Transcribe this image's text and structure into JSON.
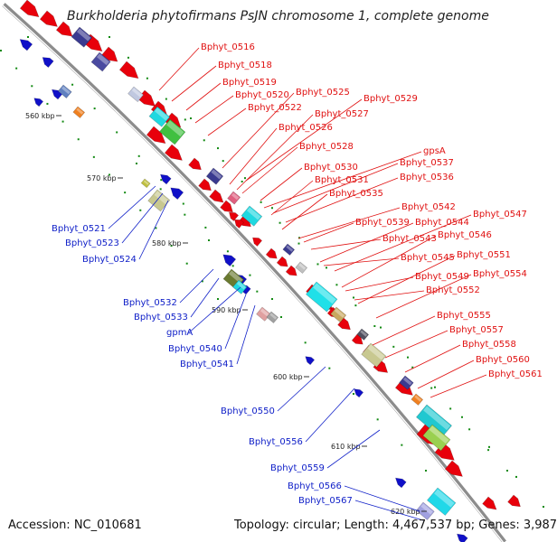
{
  "title": "Burkholderia phytofirmans PsJN chromosome 1, complete genome",
  "footer": {
    "accession": "Accession: NC_010681",
    "summary": "Topology: circular; Length: 4,467,537 bp; Genes: 3,987"
  },
  "colors": {
    "forward_gene": "#e8000b",
    "reverse_gene": "#1010c8",
    "forward_label": "#e01010",
    "reverse_label": "#1020c8",
    "backbone": "#8c8c8c",
    "tick": "#138a13"
  },
  "kbp_ticks": [
    "560 kbp",
    "570 kbp",
    "580 kbp",
    "590 kbp",
    "600 kbp",
    "610 kbp",
    "620 kbp"
  ],
  "forward_labels": [
    "Bphyt_0516",
    "Bphyt_0518",
    "Bphyt_0519",
    "Bphyt_0520",
    "Bphyt_0525",
    "Bphyt_0529",
    "Bphyt_0522",
    "Bphyt_0527",
    "Bphyt_0526",
    "Bphyt_0528",
    "gpsA",
    "Bphyt_0537",
    "Bphyt_0530",
    "Bphyt_0536",
    "Bphyt_0531",
    "Bphyt_0535",
    "Bphyt_0542",
    "Bphyt_0547",
    "Bphyt_0539",
    "Bphyt_0544",
    "Bphyt_0546",
    "Bphyt_0543",
    "Bphyt_0551",
    "Bphyt_0545",
    "Bphyt_0554",
    "Bphyt_0549",
    "Bphyt_0552",
    "Bphyt_0555",
    "Bphyt_0557",
    "Bphyt_0558",
    "Bphyt_0560",
    "Bphyt_0561"
  ],
  "reverse_labels": [
    "Bphyt_0521",
    "Bphyt_0523",
    "Bphyt_0524",
    "Bphyt_0532",
    "Bphyt_0533",
    "gpmA",
    "Bphyt_0540",
    "Bphyt_0541",
    "Bphyt_0550",
    "Bphyt_0556",
    "Bphyt_0559",
    "Bphyt_0566",
    "Bphyt_0567"
  ]
}
